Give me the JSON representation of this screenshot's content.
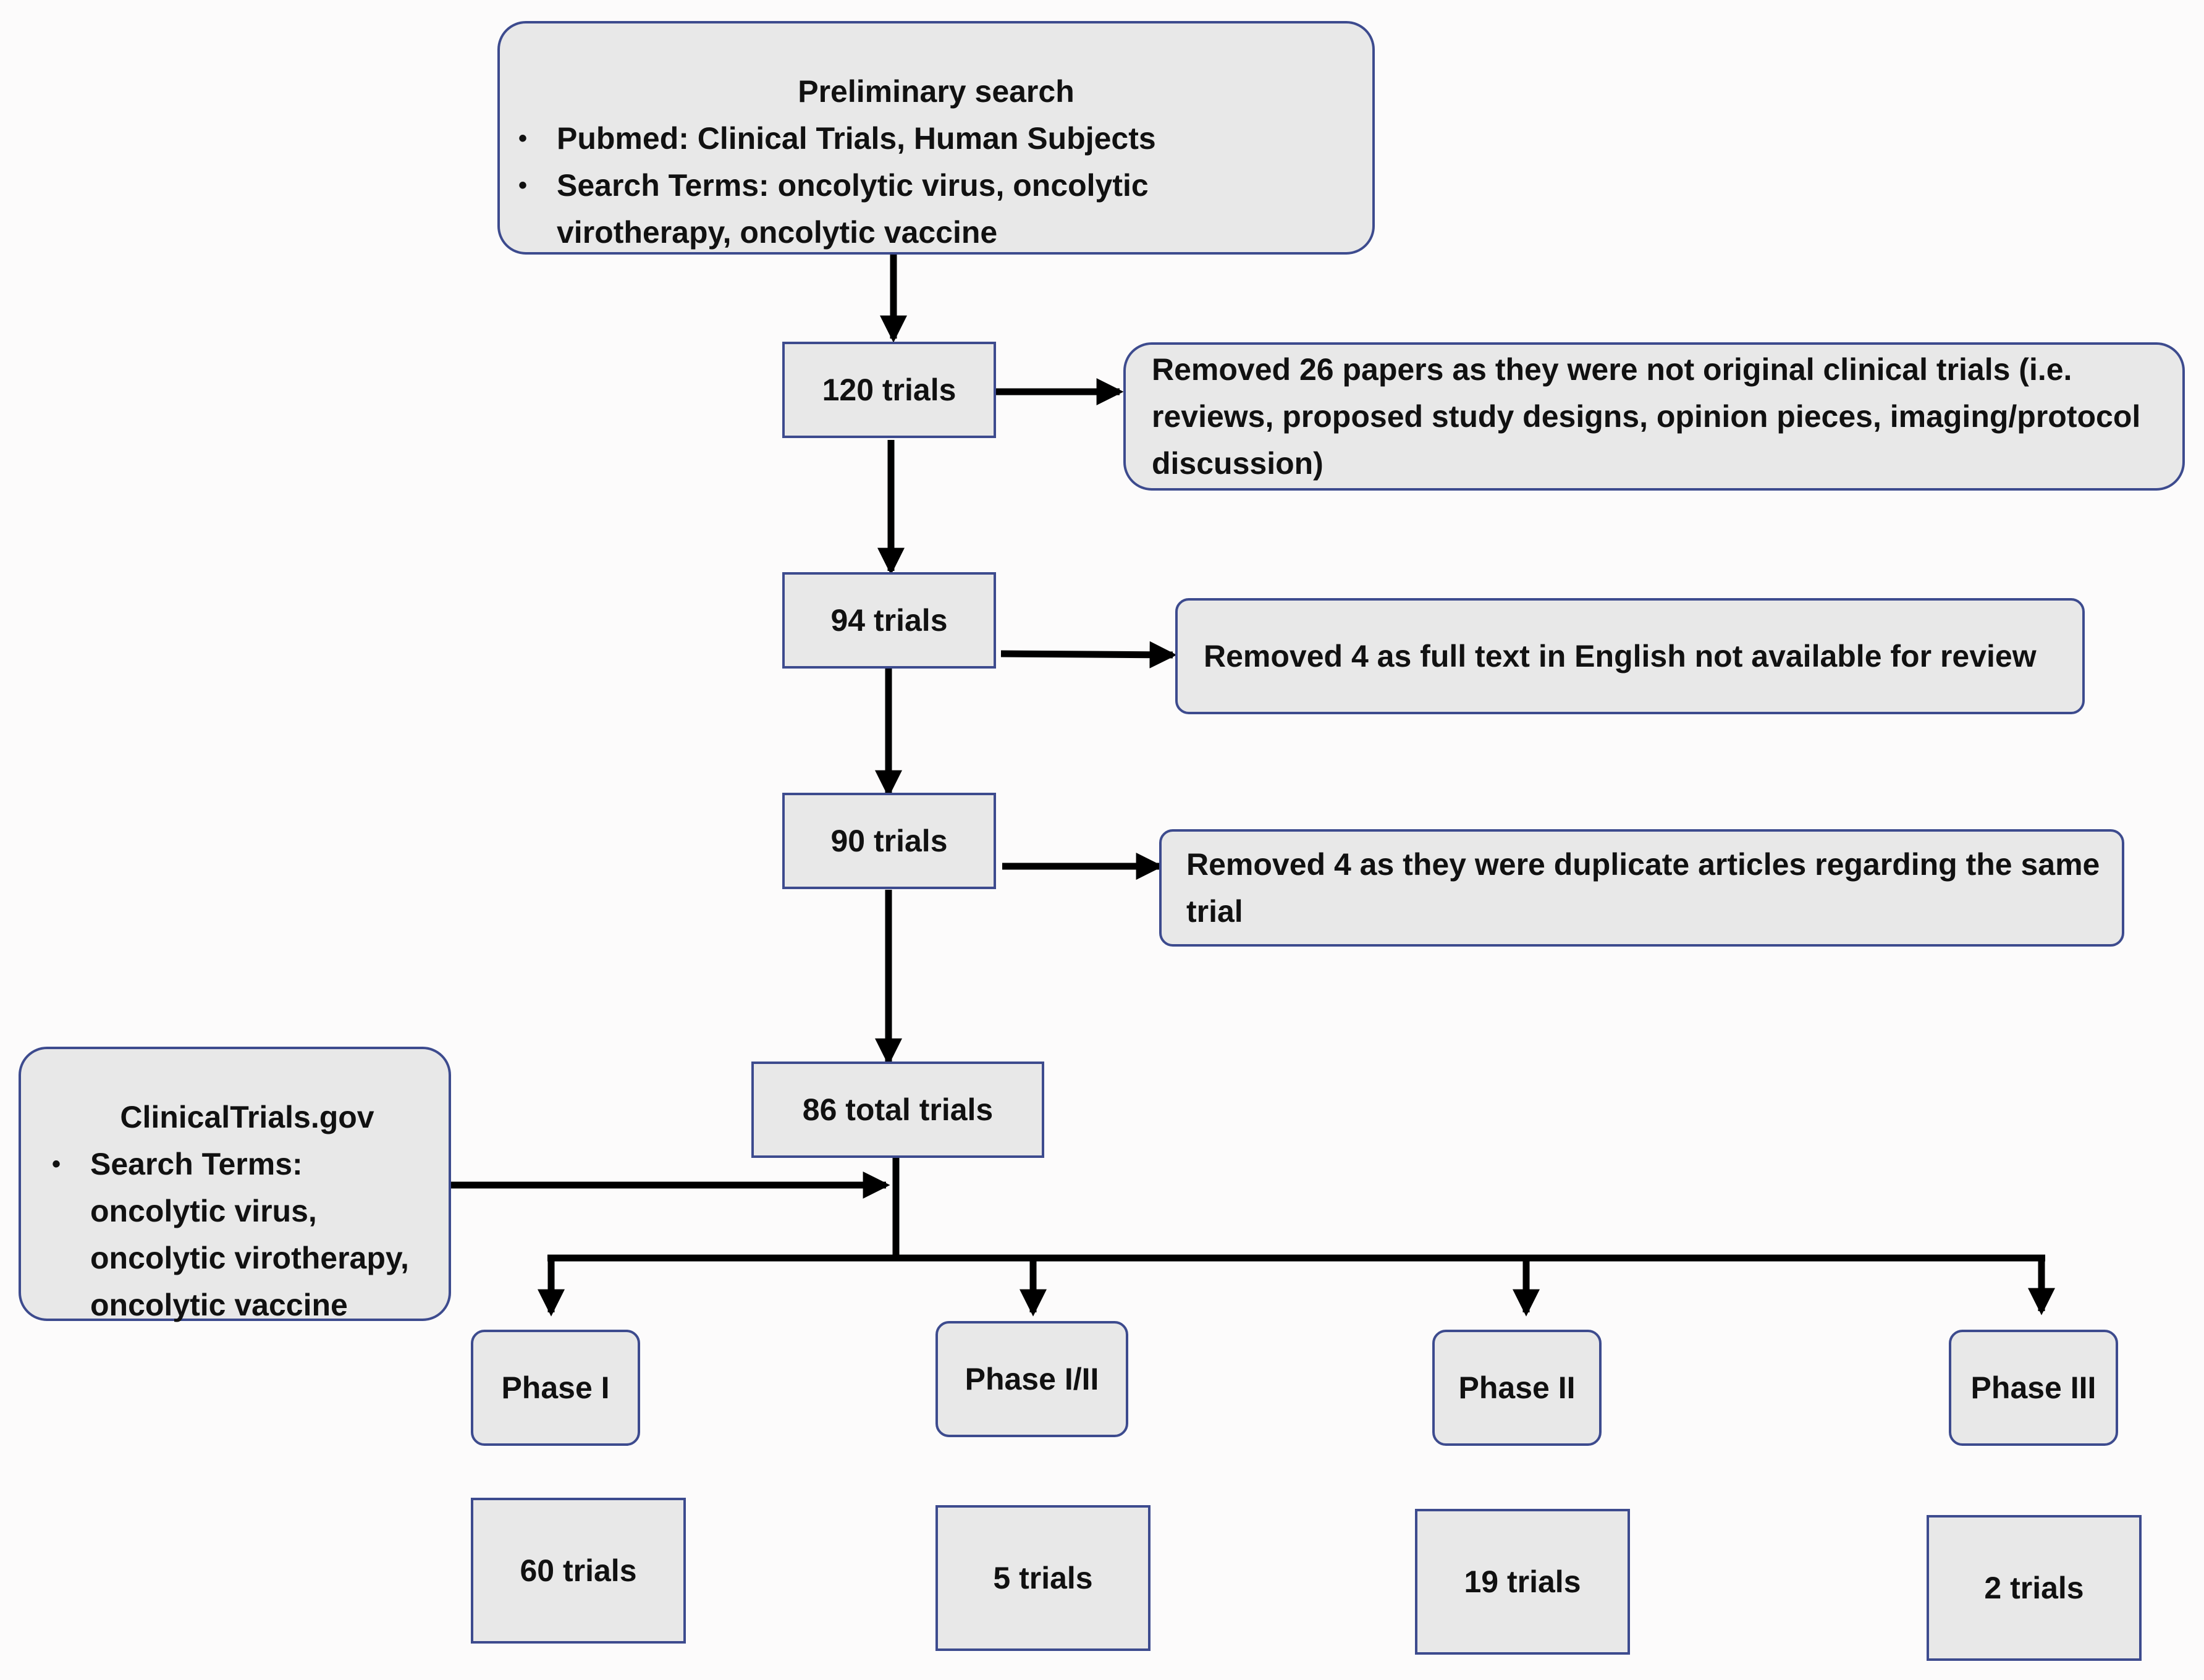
{
  "preliminary": {
    "title": "Preliminary search",
    "bullets": [
      "Pubmed: Clinical Trials, Human Subjects",
      "Search Terms: oncolytic virus, oncolytic virotherapy, oncolytic vaccine"
    ]
  },
  "clinicaltrials": {
    "title": "ClinicalTrials.gov",
    "bullets": [
      "Search Terms: oncolytic virus, oncolytic virotherapy, oncolytic vaccine"
    ]
  },
  "counts": {
    "step1": "120 trials",
    "step2": "94 trials",
    "step3": "90 trials",
    "total": "86 total trials"
  },
  "removals": {
    "r1": "Removed 26 papers as they were not original clinical trials (i.e. reviews, proposed study designs, opinion pieces, imaging/protocol discussion)",
    "r2": "Removed 4 as full text in English not available for review",
    "r3": "Removed 4 as they were duplicate articles regarding the same trial"
  },
  "phases": [
    {
      "label": "Phase I",
      "count": "60 trials"
    },
    {
      "label": "Phase I/II",
      "count": "5 trials"
    },
    {
      "label": "Phase II",
      "count": "19 trials"
    },
    {
      "label": "Phase III",
      "count": "2 trials"
    }
  ],
  "colors": {
    "box_fill": "#e8e8e8",
    "box_border": "#3d4b8e",
    "arrow": "#000000"
  }
}
